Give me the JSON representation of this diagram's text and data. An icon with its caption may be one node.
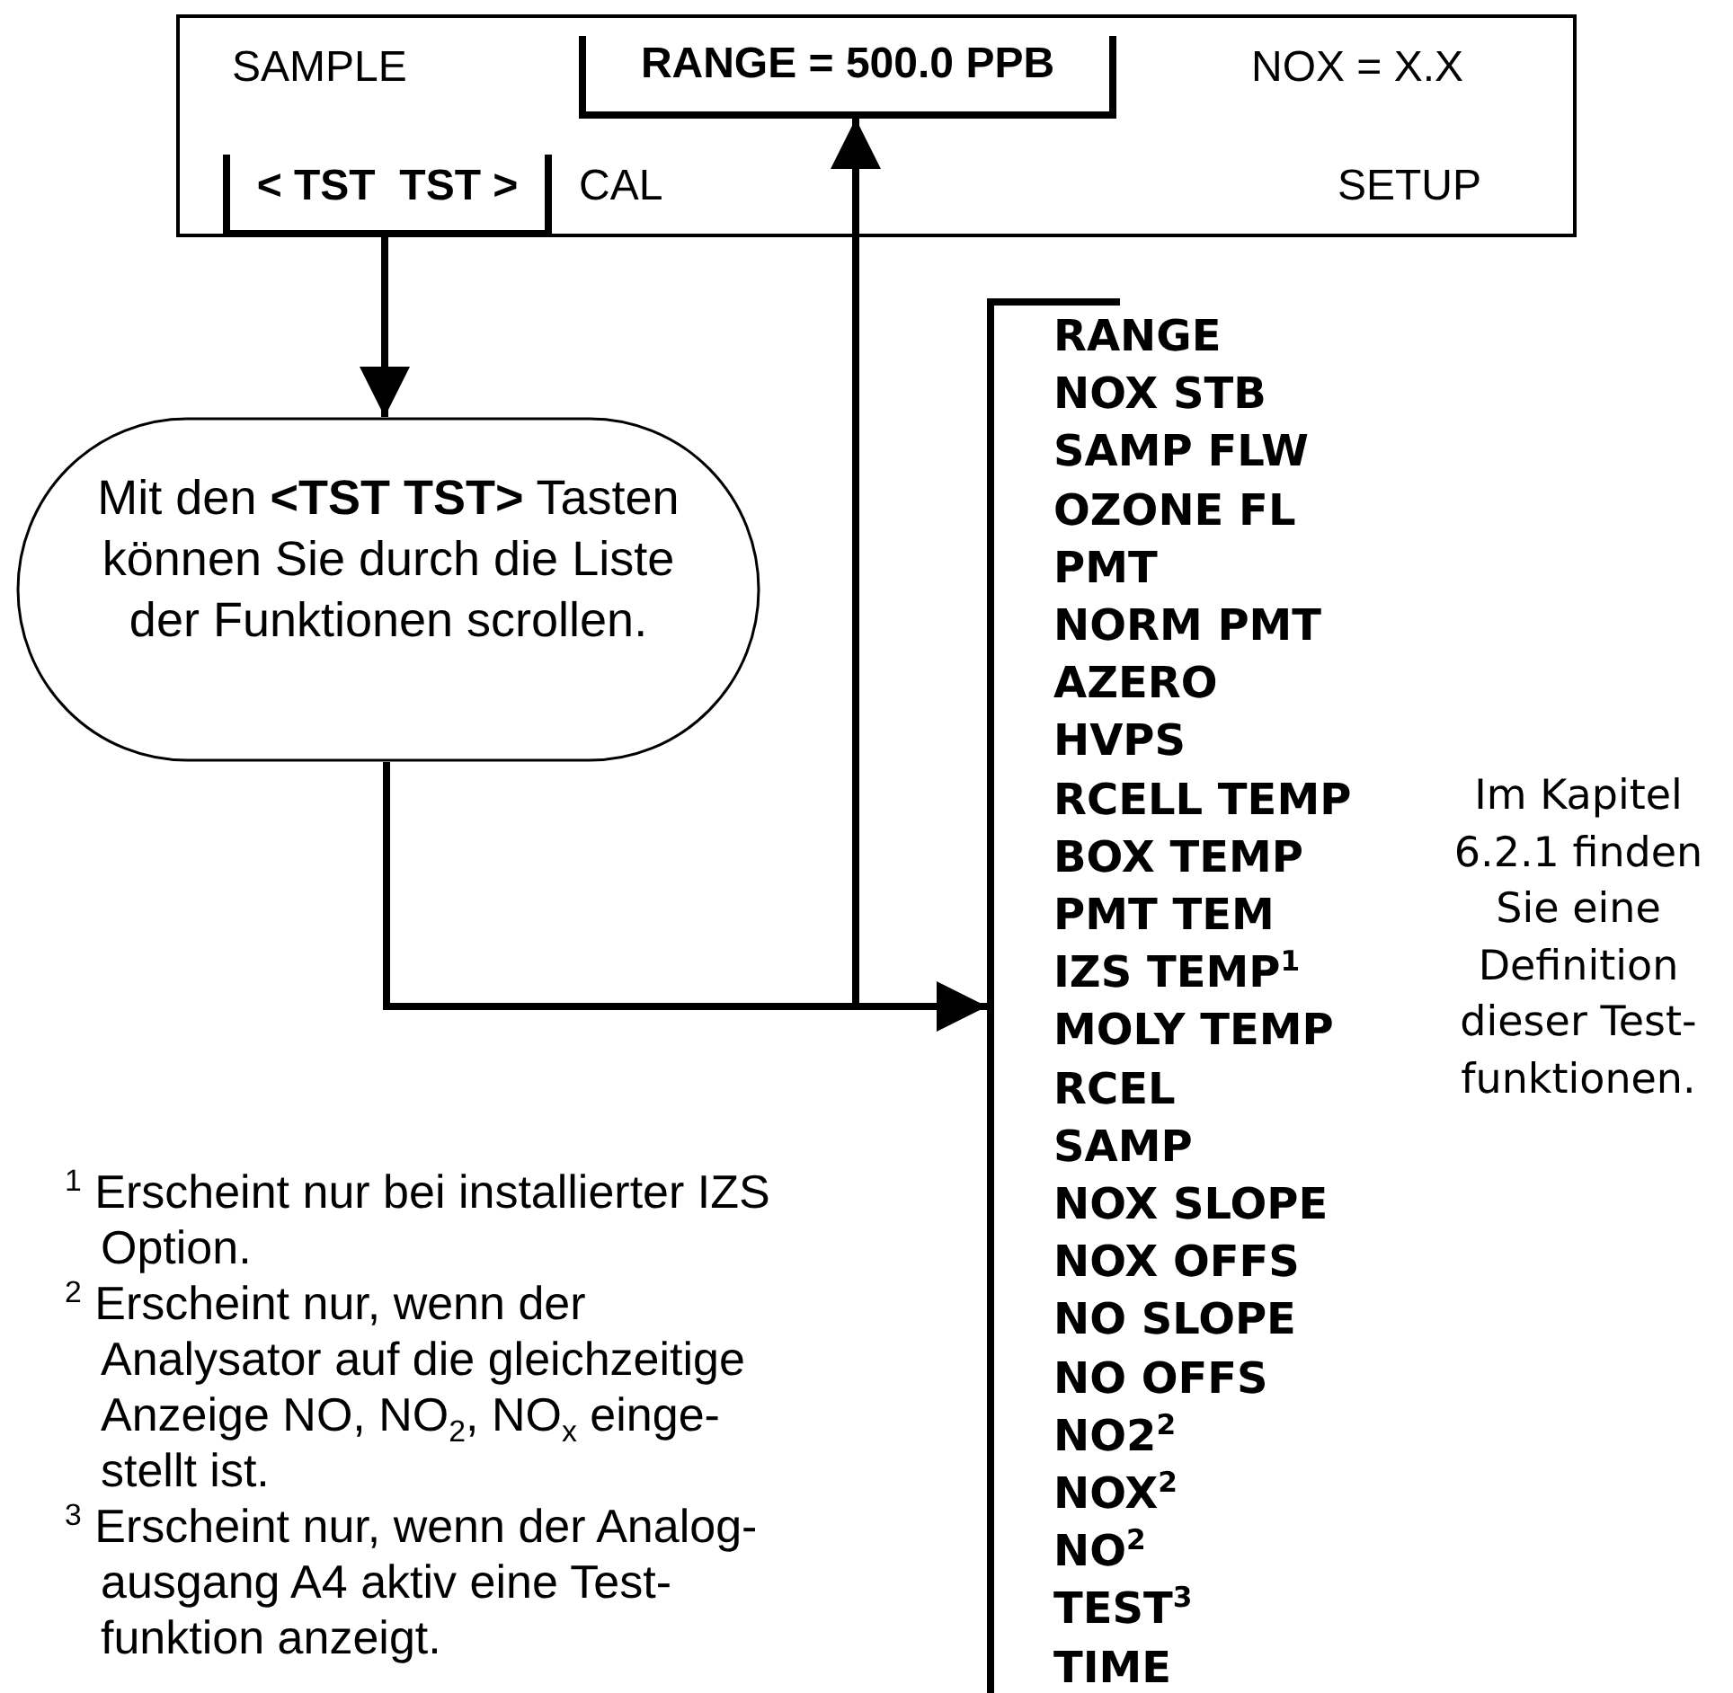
{
  "diagram": {
    "nodes": [
      {
        "text": [
          "SAMPLE",
          "NOX = X.X",
          "CAL",
          "SETUP"
        ]
      },
      {
        "text": [
          "RANGE = 500.0 PPB"
        ],
        "in": 0
      },
      {
        "text": [
          "< TST  TST >"
        ],
        "in": 0
      },
      {
        "text": [
          "Mit den **<TST TST>** Tasten können Sie durch die Liste der Funktionen scrollen."
        ]
      },
      {
        "text": [
          "RANGE",
          "NOX STB",
          "SAMP FLW",
          "OZONE FL",
          "PMT",
          "NORM PMT",
          "AZERO",
          "HVPS",
          "RCELL TEMP",
          "BOX TEMP",
          "PMT TEM",
          "IZS TEMP$^{1}$",
          "MOLY TEMP",
          "RCEL",
          "SAMP",
          "NOX SLOPE",
          "NOX OFFS",
          "NO SLOPE",
          "NO OFFS",
          "NO2$^{2}$",
          "NOX$^{2}$",
          "NO$^{2}$",
          "TEST$^{3}$",
          "TIME"
        ]
      }
    ],
    "edges": [
      {
        "from": 2,
        "to": 3,
        "arrow": "to"
      },
      {
        "from": 3,
        "to": 4,
        "arrow": "to"
      },
      {
        "from": 3,
        "to": 1,
        "arrow": "to"
      }
    ],
    "labels": [
      "Im Kapitel 6.2.1 finden Sie eine Definition dieser Test- funktionen.",
      "$^{1}$ Erscheint nur bei installierter IZS Option.",
      "$^{2}$ Erscheint nur, wenn der Analysator auf die gleichzeitige Anzeige NO, NO$_{2}$, NO$_{x}$ einge- stellt ist.",
      "$^{3}$ Erscheint nur, wenn der Analog- ausgang A4 aktiv eine Test- funktion anzeigt."
    ]
  }
}
